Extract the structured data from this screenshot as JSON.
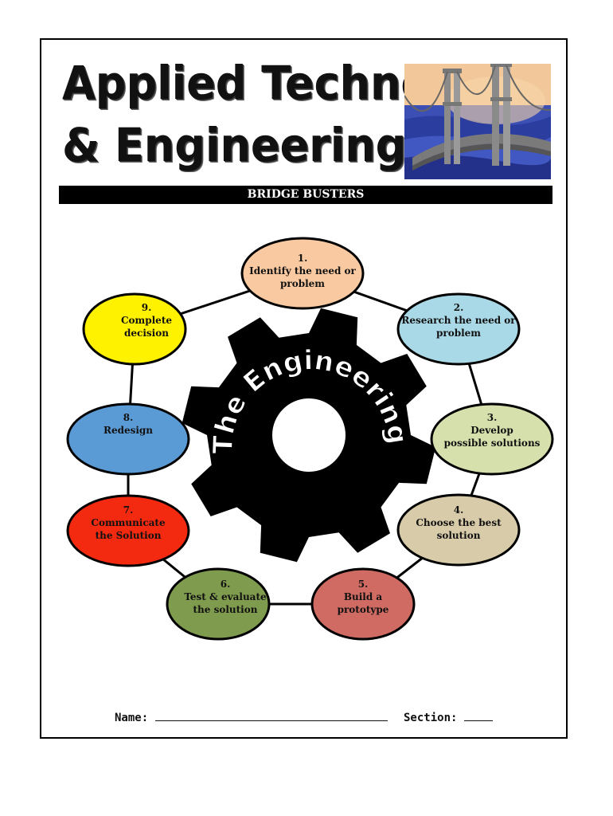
{
  "header": {
    "title_line1": "Applied Technology",
    "title_line2": "& Engineering",
    "banner": "BRIDGE BUSTERS"
  },
  "gear": {
    "text": "The Engineering Design Process"
  },
  "steps": [
    {
      "number": "1.",
      "line1": "Identify the need or",
      "line2": "problem",
      "color": "#f9c9a1"
    },
    {
      "number": "2.",
      "line1": "Research the need or",
      "line2": "problem",
      "color": "#a9d8e6"
    },
    {
      "number": "3.",
      "line1": "Develop",
      "line2": "possible solutions",
      "color": "#d6e0ac"
    },
    {
      "number": "4.",
      "line1": "Choose the best",
      "line2": "solution",
      "color": "#d8cba9"
    },
    {
      "number": "5.",
      "line1": "Build a",
      "line2": "prototype",
      "color": "#cf6b63"
    },
    {
      "number": "6.",
      "line1": "Test & evaluate",
      "line2": "the solution",
      "color": "#7f9b4e"
    },
    {
      "number": "7.",
      "line1": "Communicate",
      "line2": "the Solution",
      "color": "#f42a10"
    },
    {
      "number": "8.",
      "line1": "Redesign",
      "line2": "",
      "color": "#5b9bd5"
    },
    {
      "number": "9.",
      "line1": "Complete",
      "line2": "decision",
      "color": "#fff200"
    }
  ],
  "footer": {
    "name_label": "Name:",
    "section_label": "Section:"
  },
  "colors": {
    "gear": "#000000",
    "banner": "#000000"
  }
}
